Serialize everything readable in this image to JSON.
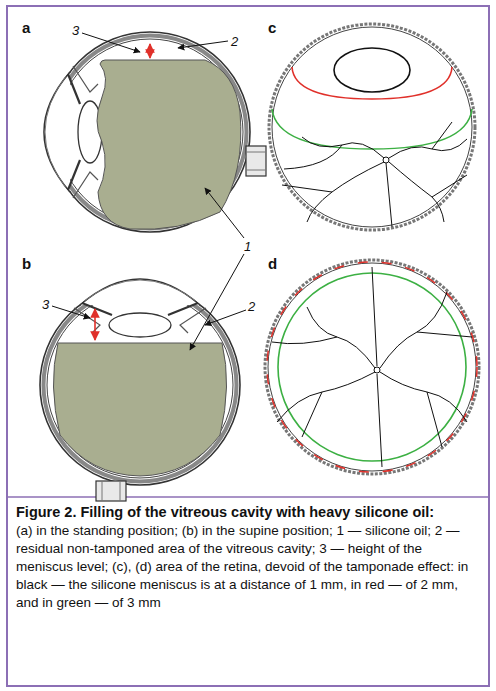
{
  "diagram": {
    "title": "Figure 2. Filling of the vitreous cavity with heavy silicone oil:",
    "caption": "(a) in the standing position; (b) in the supine position; 1 — silicone oil; 2 — residual non-tamponed area of the vitreous cavity; 3 — height of the meniscus level; (c), (d) area of the retina, devoid of the tamponade effect: in black — the silicone meniscus is at a distance of 1 mm, in red — of 2 mm, and in green — of 3 mm",
    "labels": [
      "a",
      "3",
      "2",
      "c",
      "1",
      "b",
      "3",
      "2",
      "d"
    ]
  }
}
